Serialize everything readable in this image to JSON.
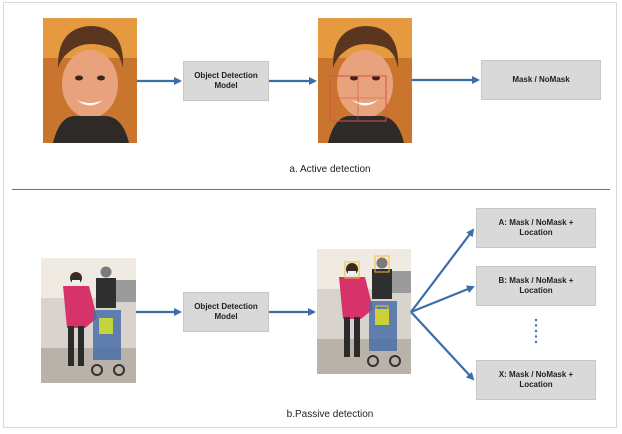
{
  "active": {
    "model_label": "Object Detection Model",
    "output_label": "Mask / NoMask",
    "caption": "a. Active detection"
  },
  "passive": {
    "model_label": "Object Detection Model",
    "outputs": [
      "A: Mask / NoMask + Location",
      "B: Mask / NoMask + Location",
      "X: Mask / NoMask + Location"
    ],
    "caption": "b.Passive detection"
  },
  "colors": {
    "arrow": "#3b6ea8",
    "box_fill": "#d9d9d9",
    "divider": "#4f7f7a",
    "face_bbox": "#d9534f",
    "person_bbox": "#f0c030"
  }
}
